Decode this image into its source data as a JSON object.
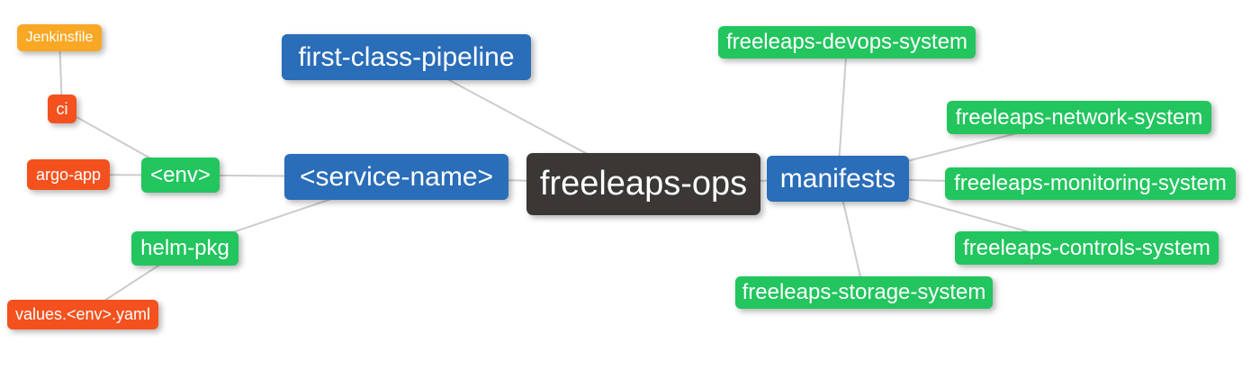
{
  "diagram": {
    "type": "graph",
    "background": "#ffffff",
    "edge_color": "#cccccc",
    "colors": {
      "root": "#3b3734",
      "branch": "#2a6db8",
      "leaf": "#22c55e",
      "item": "#f4511e",
      "file": "#f9a825"
    },
    "nodes": [
      {
        "id": "freeleaps-ops",
        "label": "freeleaps-ops",
        "role": "root"
      },
      {
        "id": "first-class-pipeline",
        "label": "first-class-pipeline",
        "role": "branch"
      },
      {
        "id": "service-name",
        "label": "<service-name>",
        "role": "branch"
      },
      {
        "id": "manifests",
        "label": "manifests",
        "role": "branch"
      },
      {
        "id": "env",
        "label": "<env>",
        "role": "leaf"
      },
      {
        "id": "helm-pkg",
        "label": "helm-pkg",
        "role": "leaf"
      },
      {
        "id": "freeleaps-devops-system",
        "label": "freeleaps-devops-system",
        "role": "leaf"
      },
      {
        "id": "freeleaps-network-system",
        "label": "freeleaps-network-system",
        "role": "leaf"
      },
      {
        "id": "freeleaps-monitoring-system",
        "label": "freeleaps-monitoring-system",
        "role": "leaf"
      },
      {
        "id": "freeleaps-controls-system",
        "label": "freeleaps-controls-system",
        "role": "leaf"
      },
      {
        "id": "freeleaps-storage-system",
        "label": "freeleaps-storage-system",
        "role": "leaf"
      },
      {
        "id": "ci",
        "label": "ci",
        "role": "item"
      },
      {
        "id": "argo-app",
        "label": "argo-app",
        "role": "item"
      },
      {
        "id": "values-env-yaml",
        "label": "values.<env>.yaml",
        "role": "item"
      },
      {
        "id": "jenkinsfile",
        "label": "Jenkinsfile",
        "role": "file"
      }
    ],
    "edges": [
      {
        "from": "jenkinsfile",
        "to": "ci"
      },
      {
        "from": "ci",
        "to": "env"
      },
      {
        "from": "argo-app",
        "to": "env"
      },
      {
        "from": "env",
        "to": "service-name"
      },
      {
        "from": "values-env-yaml",
        "to": "helm-pkg"
      },
      {
        "from": "helm-pkg",
        "to": "service-name"
      },
      {
        "from": "service-name",
        "to": "freeleaps-ops"
      },
      {
        "from": "first-class-pipeline",
        "to": "freeleaps-ops"
      },
      {
        "from": "freeleaps-ops",
        "to": "manifests"
      },
      {
        "from": "manifests",
        "to": "freeleaps-devops-system"
      },
      {
        "from": "manifests",
        "to": "freeleaps-network-system"
      },
      {
        "from": "manifests",
        "to": "freeleaps-monitoring-system"
      },
      {
        "from": "manifests",
        "to": "freeleaps-controls-system"
      },
      {
        "from": "manifests",
        "to": "freeleaps-storage-system"
      }
    ]
  }
}
